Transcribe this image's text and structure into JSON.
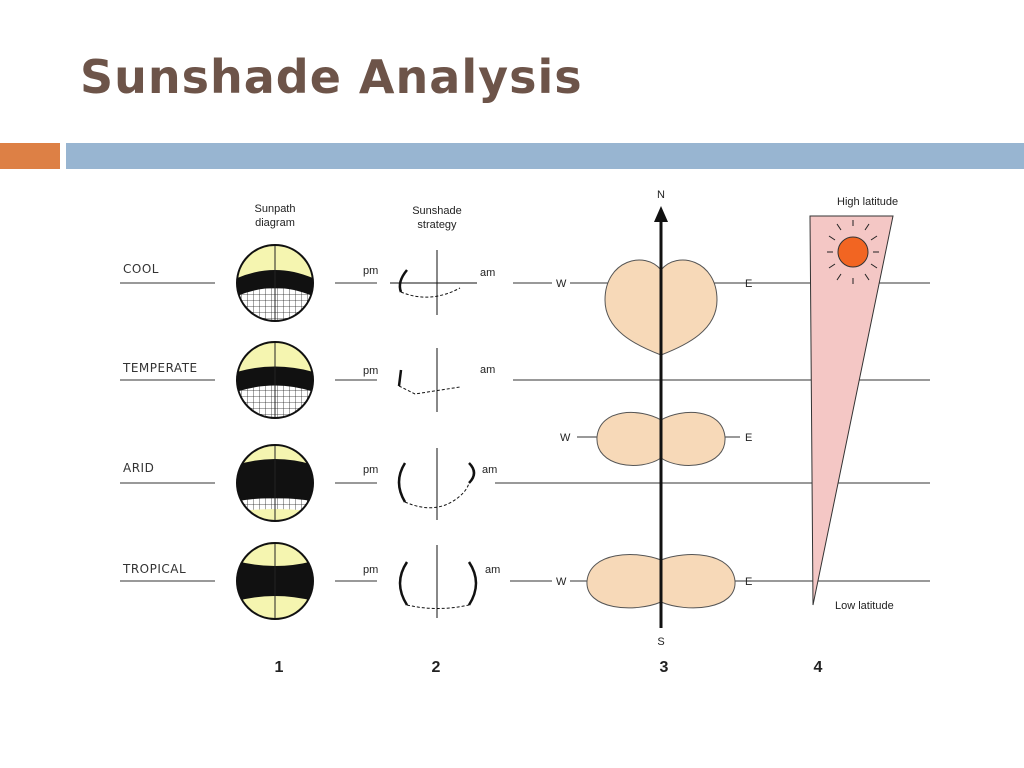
{
  "slide": {
    "title": "Sunshade Analysis"
  },
  "diagram": {
    "col1_header_line1": "Sunpath",
    "col1_header_line2": "diagram",
    "col2_header_line1": "Sunshade",
    "col2_header_line2": "strategy",
    "rows": [
      {
        "label": "COOL"
      },
      {
        "label": "TEMPERATE"
      },
      {
        "label": "ARID"
      },
      {
        "label": "TROPICAL"
      }
    ],
    "time_labels": {
      "pm": "pm",
      "am": "am"
    },
    "compass": {
      "north": "N",
      "south": "S",
      "west": "W",
      "east": "E"
    },
    "latitude": {
      "high": "High latitude",
      "low": "Low latitude"
    },
    "column_numbers": [
      "1",
      "2",
      "3",
      "4"
    ],
    "colors": {
      "globe_fill": "#f5f5b0",
      "shape_fill": "#f7d9b8",
      "wedge_fill": "#f4c7c5",
      "sun_fill": "#f26522",
      "title_color": "#6d5449",
      "accent_orange": "#dd8045",
      "accent_blue": "#98b5d1"
    }
  }
}
